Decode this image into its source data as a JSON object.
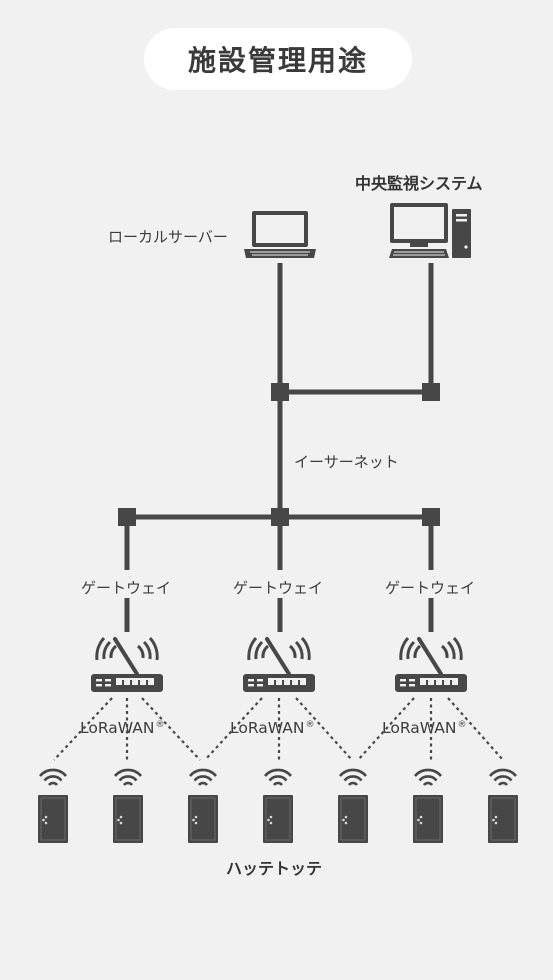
{
  "title": "施設管理用途",
  "labels": {
    "central_system": "中央監視システム",
    "local_server": "ローカルサーバー",
    "ethernet": "イーサーネット",
    "gateway": "ゲートウェイ",
    "lorawan": "LoRaWAN",
    "lorawan_mark": "®",
    "device_group": "ハッテトッテ"
  },
  "icons": {
    "server": "laptop-icon",
    "central": "desktop-computer-icon",
    "gateway": "wireless-router-icon",
    "device": "door-sensor-device-icon",
    "signal": "wifi-signal-icon"
  },
  "counts": {
    "gateways": 3,
    "devices": 7
  },
  "colors": {
    "line": "#474747",
    "background": "#f1f1f1",
    "pill": "#ffffff"
  }
}
